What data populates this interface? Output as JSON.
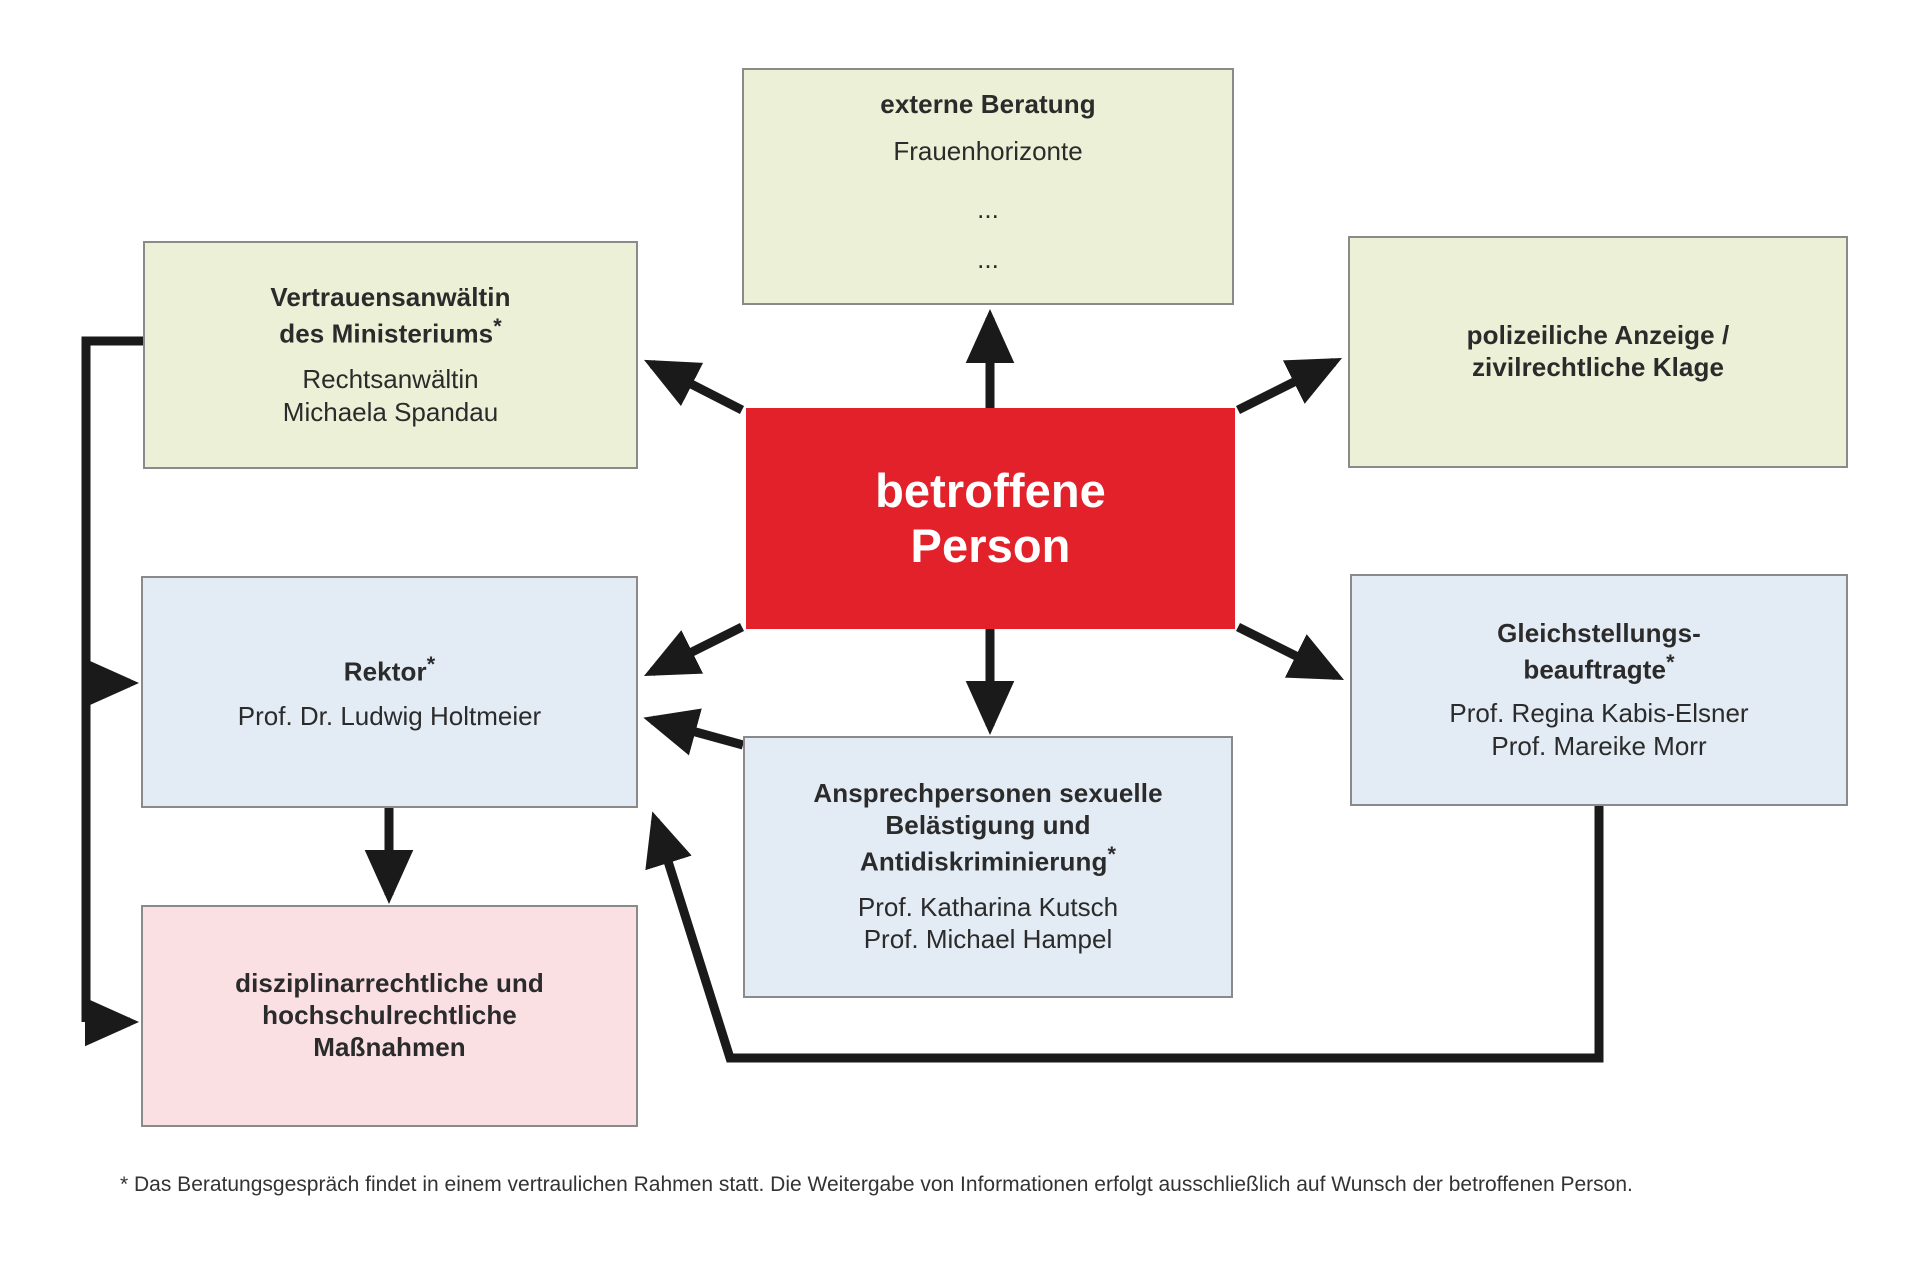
{
  "diagram": {
    "title": "betroffene Person",
    "colors": {
      "green": "#ecf0d6",
      "blue": "#e3ebf5",
      "pink": "#fbe0e3",
      "red": "#e3212b",
      "border": "#8a8a8a",
      "connector": "#1a1a1a"
    },
    "nodes": {
      "externe_beratung": {
        "title": "externe Beratung",
        "sub1": "Frauenhorizonte",
        "dot1": "...",
        "dot2": "..."
      },
      "vertrauensanwaeltin": {
        "title_line1": "Vertrauensanwältin",
        "title_line2": "des Ministeriums",
        "title_marker": "*",
        "sub_line1": "Rechtsanwältin",
        "sub_line2": "Michaela Spandau"
      },
      "polizeiliche_anzeige": {
        "title_line1": "polizeiliche Anzeige /",
        "title_line2": "zivilrechtliche Klage"
      },
      "betroffene_person": {
        "line1": "betroffene",
        "line2": "Person"
      },
      "rektor": {
        "title": "Rektor",
        "title_marker": "*",
        "sub_line1": "Prof. Dr. Ludwig Holtmeier"
      },
      "gleichstellungsbeauftragte": {
        "title_line1": "Gleichstellungs-",
        "title_line2": "beauftragte",
        "title_marker": "*",
        "sub_line1": "Prof. Regina Kabis-Elsner",
        "sub_line2": "Prof. Mareike Morr"
      },
      "ansprechpersonen": {
        "title_line1": "Ansprechpersonen sexuelle",
        "title_line2": "Belästigung und",
        "title_line3": "Antidiskriminierung",
        "title_marker": "*",
        "sub_line1": "Prof. Katharina Kutsch",
        "sub_line2": "Prof. Michael Hampel"
      },
      "massnahmen": {
        "title_line1": "disziplinarrechtliche und",
        "title_line2": "hochschulrechtliche",
        "title_line3": "Maßnahmen"
      }
    },
    "footnote": "* Das Beratungsgespräch findet in einem vertraulichen Rahmen statt. Die Weitergabe von Informationen erfolgt ausschließlich auf Wunsch der betroffenen Person."
  }
}
